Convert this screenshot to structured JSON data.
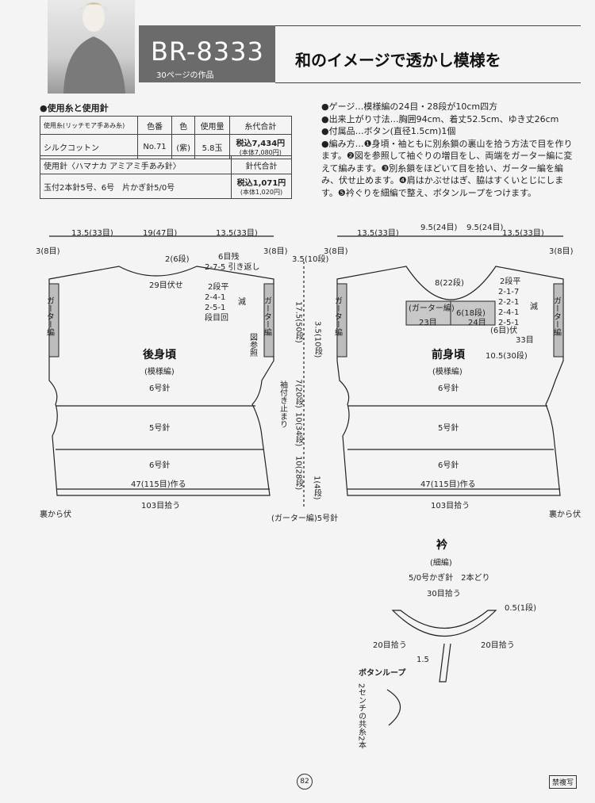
{
  "header": {
    "code": "BR-8333",
    "subtitle": "30ページの作品",
    "title": "和のイメージで透かし模様を"
  },
  "materials": {
    "heading": "●使用糸と使用針",
    "yarn_headers": [
      "使用糸(リッチモア手あみ糸)",
      "色番",
      "色",
      "使用量",
      "糸代合計"
    ],
    "yarn_row": [
      "シルクコットン",
      "No.71",
      "(紫)",
      "5.8玉",
      "税込7,434円",
      "(本体7,080円)"
    ],
    "needle_headers": [
      "使用針〈ハマナカ アミアミ手あみ針〉",
      "針代合計"
    ],
    "needle_row": [
      "玉付2本針5号、6号　片かぎ針5/0号",
      "税込1,071円",
      "(本体1,020円)"
    ]
  },
  "spec": [
    "●ゲージ…模様編の24目・28段が10cm四方",
    "●出来上がり寸法…胸囲94cm、着丈52.5cm、ゆき丈26cm",
    "●付属品…ボタン(直径1.5cm)1個",
    "●編み方…❶身頃・袖ともに別糸鎖の裏山を拾う方法で目を作ります。❷図を参照して袖ぐりの増目をし、両端をガーター編に変えて編みます。❸別糸鎖をほどいて目を拾い、ガーター編を編み、伏せ止めます。❹肩はかぶせはぎ、脇はすくいとじにします。❺衿ぐりを細編で整え、ボタンループをつけます。"
  ],
  "back": {
    "name": "後身頃",
    "pattern": "(模様編)",
    "needle_top": "6号針",
    "needle_mid": "5号針",
    "needle_bot": "6号針",
    "cast_on": "47(115目)作る",
    "pickup": "103目拾う",
    "bind_off": "裏から伏",
    "dim_left": "13.5(33目)",
    "dim_center": "19(47目)",
    "dim_right": "13.5(33目)",
    "edge_left": "3(8目)",
    "edge_right": "3(8目)",
    "neck_depth": "2(6段)",
    "neck_sts": "29目伏せ",
    "shoulder_rem": "6目残",
    "shoulder_rule": "2-7-5 引き返し",
    "dec_flat": "2段平",
    "dec_1": "2-4-1",
    "dec_2": "2-5-1",
    "dec_note": "段目回",
    "dec_label": "減",
    "garter_side": "ガーター編",
    "see_fig": "図参照",
    "sleeve_stop": "袖付き止まり"
  },
  "center_dims": [
    "3.5(10段)",
    "17.5(50段)",
    "3.5(10段)",
    "7(20段)",
    "10(34段)",
    "10(28段)",
    "1(4段)"
  ],
  "front": {
    "name": "前身頃",
    "pattern": "(模様編)",
    "needle_top": "6号針",
    "needle_mid": "5号針",
    "needle_bot": "6号針",
    "cast_on": "47(115目)作る",
    "pickup": "103目拾う",
    "bind_off": "裏から伏",
    "dim_left": "13.5(33目)",
    "dim_c1": "9.5(24目)",
    "dim_c2": "9.5(24目)",
    "dim_right": "13.5(33目)",
    "edge_left": "3(8目)",
    "edge_right": "3(8目)",
    "neck_depth": "8(22段)",
    "placket": "(ガーター編)",
    "placket_rows": "6(18段)",
    "sts_23": "23目",
    "sts_24": "24目",
    "dec_flat": "2段平",
    "dec_1": "2-1-7",
    "dec_2": "2-2-1",
    "dec_3": "2-4-1",
    "dec_4": "2-5-1",
    "dec_bo": "(6目)伏",
    "dec_label": "減",
    "side_33": "33目",
    "armhole": "10.5(30段)",
    "garter_side": "ガーター編"
  },
  "garter_bottom": "(ガーター編)5号針",
  "collar": {
    "title": "衿",
    "sub": "(細編)",
    "needle": "5/0号かぎ針　2本どり",
    "top": "30目拾う",
    "rows": "0.5(1段)",
    "left": "20目拾う",
    "right": "20目拾う",
    "loop_len": "1.5",
    "loop_label": "ボタンループ",
    "loop_note": "2センチの共糸2本"
  },
  "footer": {
    "page": "82",
    "note": "禁複写"
  }
}
